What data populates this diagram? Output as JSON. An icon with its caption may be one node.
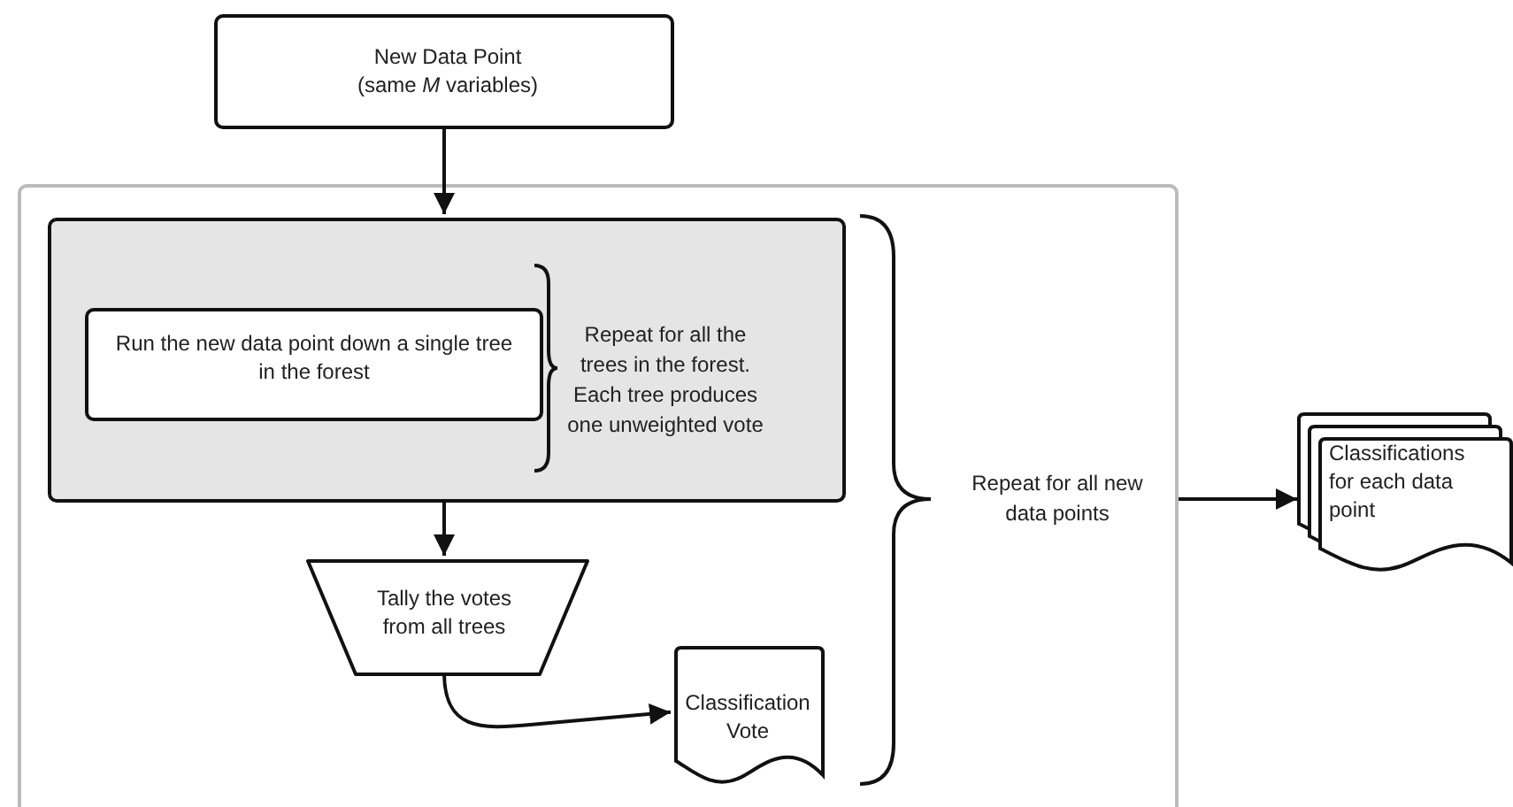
{
  "diagram": {
    "nodes": [
      {
        "text": [
          "New Data Point (same *M* variables)"
        ]
      },
      {
        "text": [],
        "shape": "box"
      },
      {
        "text": [],
        "shape": "box",
        "in": 1
      },
      {
        "text": [
          "Run the new data point down a single tree in the forest"
        ],
        "in": 2
      },
      {
        "text": [
          "Tally the votes from all trees"
        ],
        "in": 1
      },
      {
        "text": [
          "Classification Vote"
        ],
        "in": 1
      },
      {
        "text": [
          "Classifications for each data point"
        ]
      }
    ],
    "edges": [
      {
        "from": 0,
        "to": 2,
        "arrow": "to"
      },
      {
        "from": 2,
        "to": 4,
        "arrow": "to"
      },
      {
        "from": 4,
        "to": 5,
        "arrow": "to"
      },
      {
        "from": 1,
        "to": 6,
        "arrow": "to"
      }
    ],
    "labels": [
      "Repeat for all the trees in the forest. Each tree produces one unweighted vote",
      "Repeat for all new data points"
    ]
  }
}
